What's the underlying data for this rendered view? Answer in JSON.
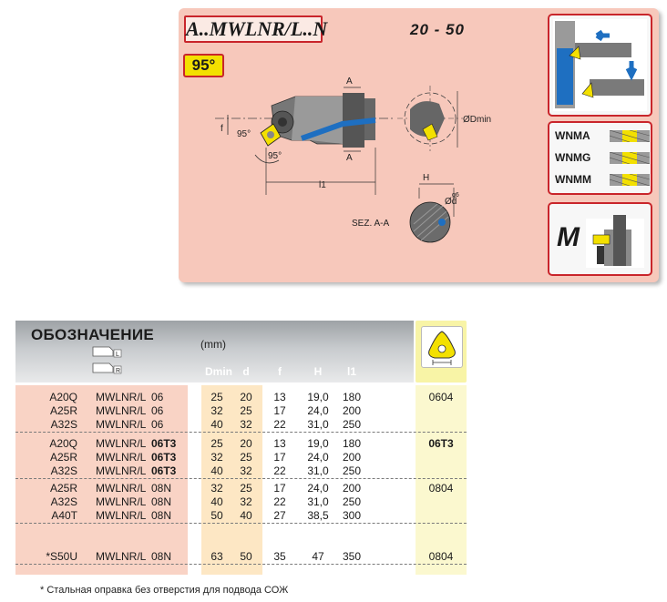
{
  "header": {
    "code_title": "A..MWLNR/L..N",
    "angle_badge": "95°",
    "size_range": "20 -  50"
  },
  "drawing": {
    "labels": [
      "A",
      "A",
      "f",
      "95°",
      "95°",
      "l1",
      "ØDmin",
      "H",
      "Ød",
      "g6",
      "SEZ. A-A"
    ]
  },
  "inserts": [
    "WNMA",
    "WNMG",
    "WNMM"
  ],
  "chipbreaker": "M",
  "table": {
    "title": "ОБОЗНАЧЕНИЕ",
    "hand_left": "L",
    "hand_right": "R",
    "units": "(mm)",
    "columns": [
      "Dmin",
      "d",
      "f",
      "H",
      "l1"
    ],
    "rows": [
      {
        "prefix": "A20Q",
        "code": "MWLNR/L",
        "suffix": "06",
        "suffix_bold": false,
        "dmin": "25",
        "d": "20",
        "f": "13",
        "h": "19,0",
        "l1": "180",
        "insert": "0604",
        "sep": false
      },
      {
        "prefix": "A25R",
        "code": "MWLNR/L",
        "suffix": "06",
        "suffix_bold": false,
        "dmin": "32",
        "d": "25",
        "f": "17",
        "h": "24,0",
        "l1": "200",
        "insert": "",
        "sep": false
      },
      {
        "prefix": "A32S",
        "code": "MWLNR/L",
        "suffix": "06",
        "suffix_bold": false,
        "dmin": "40",
        "d": "32",
        "f": "22",
        "h": "31,0",
        "l1": "250",
        "insert": "",
        "sep": true
      },
      {
        "prefix": "A20Q",
        "code": "MWLNR/L",
        "suffix": "06T3",
        "suffix_bold": true,
        "dmin": "25",
        "d": "20",
        "f": "13",
        "h": "19,0",
        "l1": "180",
        "insert": "06T3",
        "sep": false
      },
      {
        "prefix": "A25R",
        "code": "MWLNR/L",
        "suffix": "06T3",
        "suffix_bold": true,
        "dmin": "32",
        "d": "25",
        "f": "17",
        "h": "24,0",
        "l1": "200",
        "insert": "",
        "sep": false
      },
      {
        "prefix": "A32S",
        "code": "MWLNR/L",
        "suffix": "06T3",
        "suffix_bold": true,
        "dmin": "40",
        "d": "32",
        "f": "22",
        "h": "31,0",
        "l1": "250",
        "insert": "",
        "sep": true
      },
      {
        "prefix": "A25R",
        "code": "MWLNR/L",
        "suffix": "08N",
        "suffix_bold": false,
        "dmin": "32",
        "d": "25",
        "f": "17",
        "h": "24,0",
        "l1": "200",
        "insert": "0804",
        "sep": false
      },
      {
        "prefix": "A32S",
        "code": "MWLNR/L",
        "suffix": "08N",
        "suffix_bold": false,
        "dmin": "40",
        "d": "32",
        "f": "22",
        "h": "31,0",
        "l1": "250",
        "insert": "",
        "sep": false
      },
      {
        "prefix": "A40T",
        "code": "MWLNR/L",
        "suffix": "08N",
        "suffix_bold": false,
        "dmin": "50",
        "d": "40",
        "f": "27",
        "h": "38,5",
        "l1": "300",
        "insert": "",
        "sep": true
      },
      {
        "prefix": "*S50U",
        "code": "MWLNR/L",
        "suffix": "08N",
        "suffix_bold": false,
        "dmin": "63",
        "d": "50",
        "f": "35",
        "h": "47",
        "l1": "350",
        "insert": "0804",
        "sep": true
      }
    ],
    "footnote": "* Стальная оправка без отверстия для подвода СОЖ"
  },
  "colors": {
    "panel_bg": "#f7c8bb",
    "accent_red": "#c9252b",
    "badge_yellow": "#f3e000",
    "tool_blue": "#1e6fc1"
  }
}
